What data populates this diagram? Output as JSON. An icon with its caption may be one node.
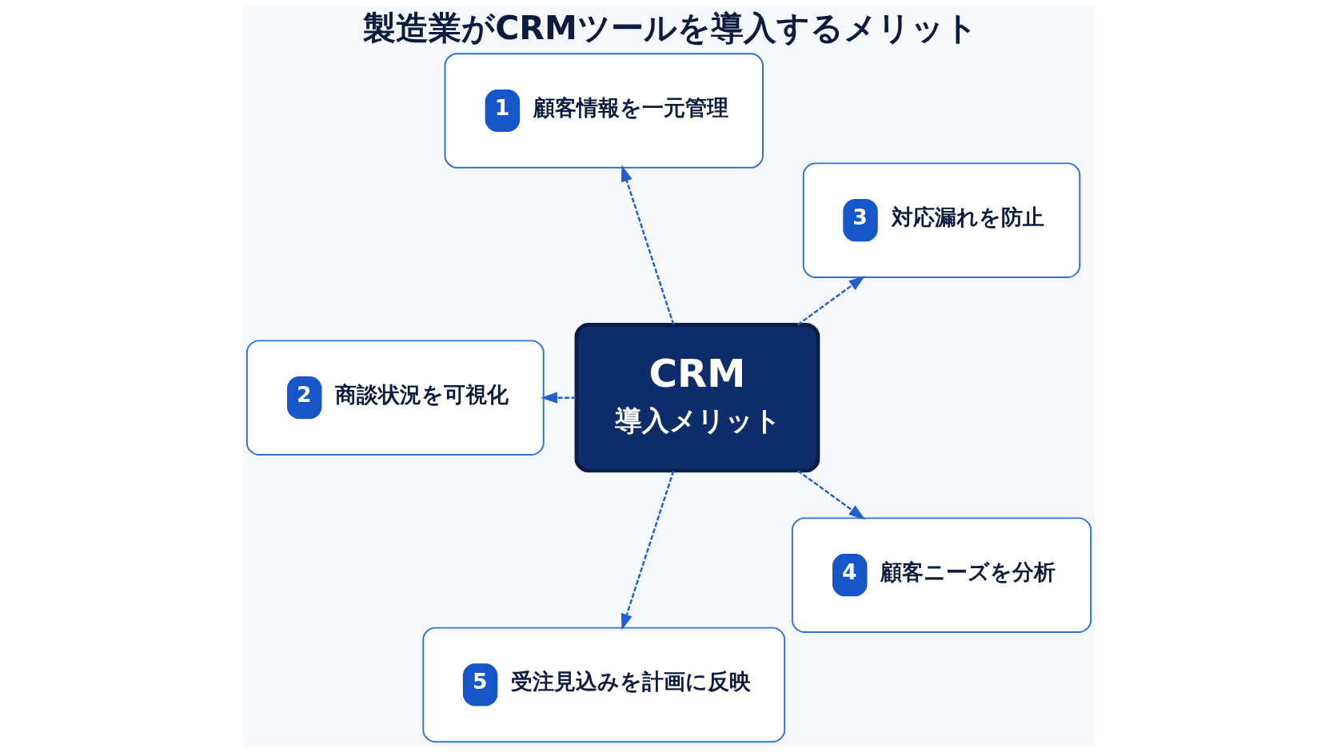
{
  "diagram": {
    "title": "製造業がCRMツールを導入するメリット",
    "nodes": [
      {
        "text": [
          "CRM",
          "導入メリット"
        ]
      },
      {
        "text": [
          "1",
          "顧客情報を一元管理"
        ]
      },
      {
        "text": [
          "2",
          "商談状況を可視化"
        ]
      },
      {
        "text": [
          "3",
          "対応漏れを防止"
        ]
      },
      {
        "text": [
          "4",
          "顧客ニーズを分析"
        ]
      },
      {
        "text": [
          "5",
          "受注見込みを計画に反映"
        ]
      }
    ],
    "edges": [
      {
        "from": 0,
        "to": 1,
        "arrow": "to",
        "style": "dashed"
      },
      {
        "from": 0,
        "to": 2,
        "arrow": "to",
        "style": "dashed"
      },
      {
        "from": 0,
        "to": 3,
        "arrow": "to",
        "style": "dashed"
      },
      {
        "from": 0,
        "to": 4,
        "arrow": "to",
        "style": "dashed"
      },
      {
        "from": 0,
        "to": 5,
        "arrow": "to",
        "style": "dashed"
      }
    ]
  }
}
